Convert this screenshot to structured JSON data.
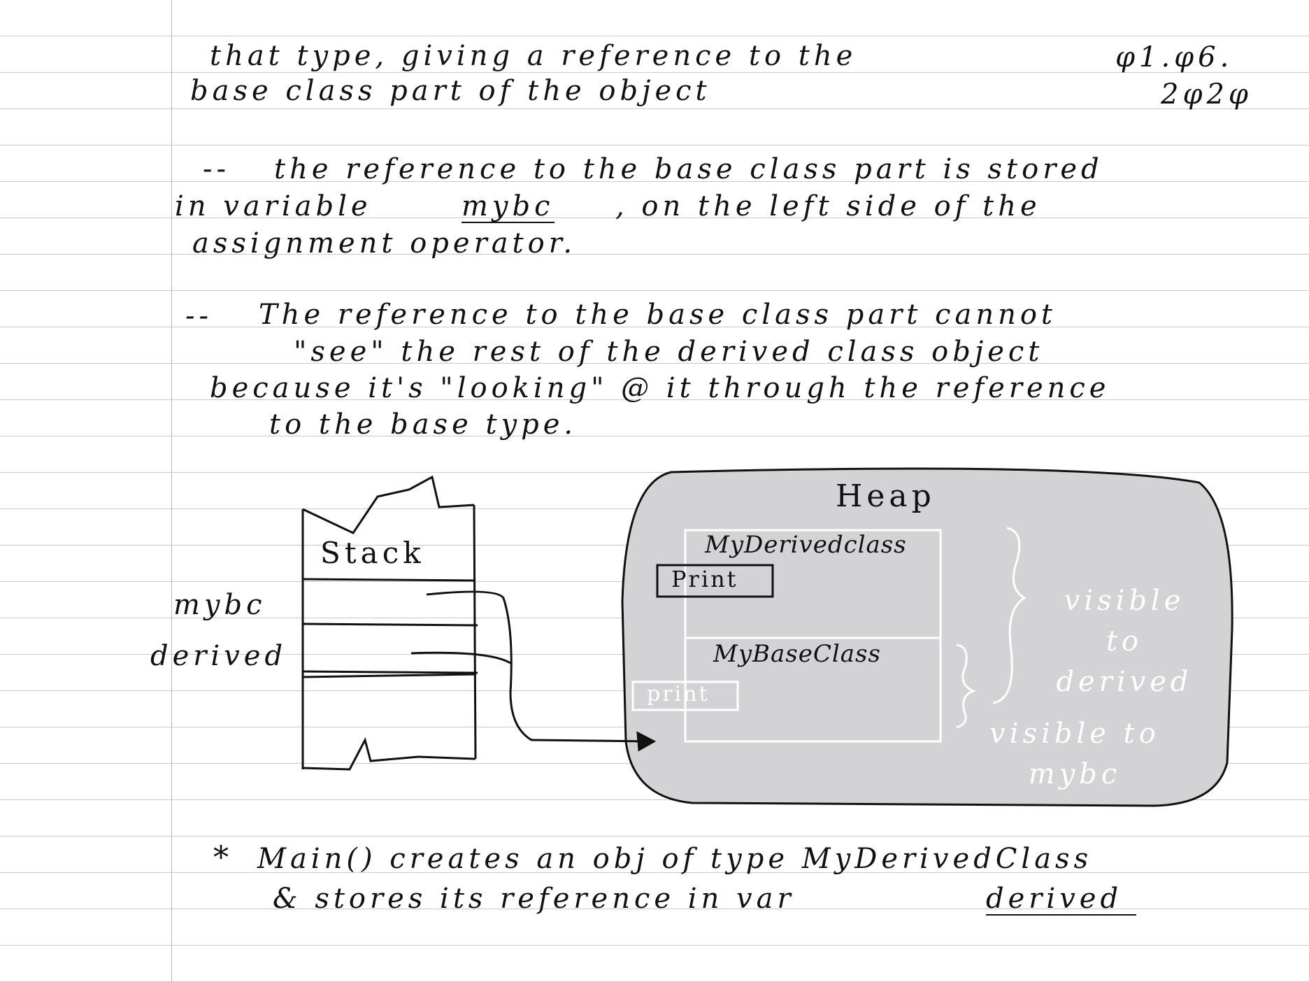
{
  "date": {
    "line1": "φ1.φ6.",
    "line2": "2φ2φ"
  },
  "paragraph1": {
    "line1": "that type, giving a reference to the",
    "line2": "base class part of the object"
  },
  "paragraph2": {
    "dash": "--",
    "line1": "the reference to the base class part is stored",
    "line2_a": "in variable",
    "line2_var": "mybc",
    "line2_b": ", on the left side of the",
    "line3": "assignment operator."
  },
  "paragraph3": {
    "dash": "--",
    "line1": "The reference to the base class part cannot",
    "line2": "\"see\" the rest of the derived class object",
    "line3": "because it's \"looking\" @ it through the reference",
    "line4": "to the base type."
  },
  "diagram": {
    "stack_label": "Stack",
    "var_mybc": "mybc",
    "var_derived": "derived",
    "heap_label": "Heap",
    "derived_class_label": "MyDerivedclass",
    "derived_print": "Print",
    "base_class_label": "MyBaseClass",
    "base_print": "print",
    "visible_derived": "visible to derived",
    "visible_mybc": "visible to mybc",
    "heap_color": "#d3d3d6"
  },
  "footer": {
    "star": "*",
    "line1": "Main() creates an obj of type MyDerivedClass",
    "line2_a": "& stores its reference in var",
    "line2_var": "derived"
  }
}
